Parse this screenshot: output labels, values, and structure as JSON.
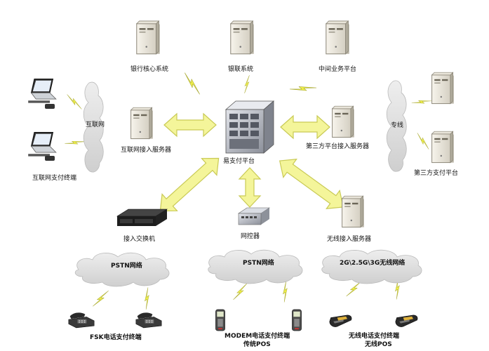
{
  "labels": {
    "bank_core": "银行核心系统",
    "unionpay": "银联系统",
    "middle_platform": "中间业务平台",
    "yi_pay": "易支付平台",
    "internet_cloud": "互联网",
    "internet_server": "互联网接入服务器",
    "internet_terminal": "互联网支付终端",
    "third_server": "第三方平台接入服务器",
    "dedicated_cloud": "专线",
    "third_platform": "第三方支付平台",
    "access_switch": "接入交换机",
    "net_controller": "网控器",
    "wireless_server": "无线接入服务器",
    "pstn1": "PSTN网络",
    "pstn2": "PSTN网络",
    "wireless_net": "2G\\2.5G\\3G无线网络",
    "fsk_terminal": "FSK电话支付终端",
    "modem_terminal_1": "MODEM电话支付终端",
    "modem_terminal_2": "传统POS",
    "wireless_terminal_1": "无线电话支付终端",
    "wireless_terminal_2": "无线POS"
  },
  "colors": {
    "arrow_fill": "#f4f59a",
    "arrow_stroke": "#c9ca55",
    "bolt_fill": "#f0f04a",
    "cloud_fill": "#e1e1e1",
    "server_fill": "#eeeae0"
  },
  "icons": [
    "server-icon",
    "mainframe-icon",
    "laptop-icon",
    "cloud-icon",
    "switch-icon",
    "hub-icon",
    "phone-icon",
    "pos-icon",
    "lightning-icon",
    "double-arrow-icon"
  ]
}
